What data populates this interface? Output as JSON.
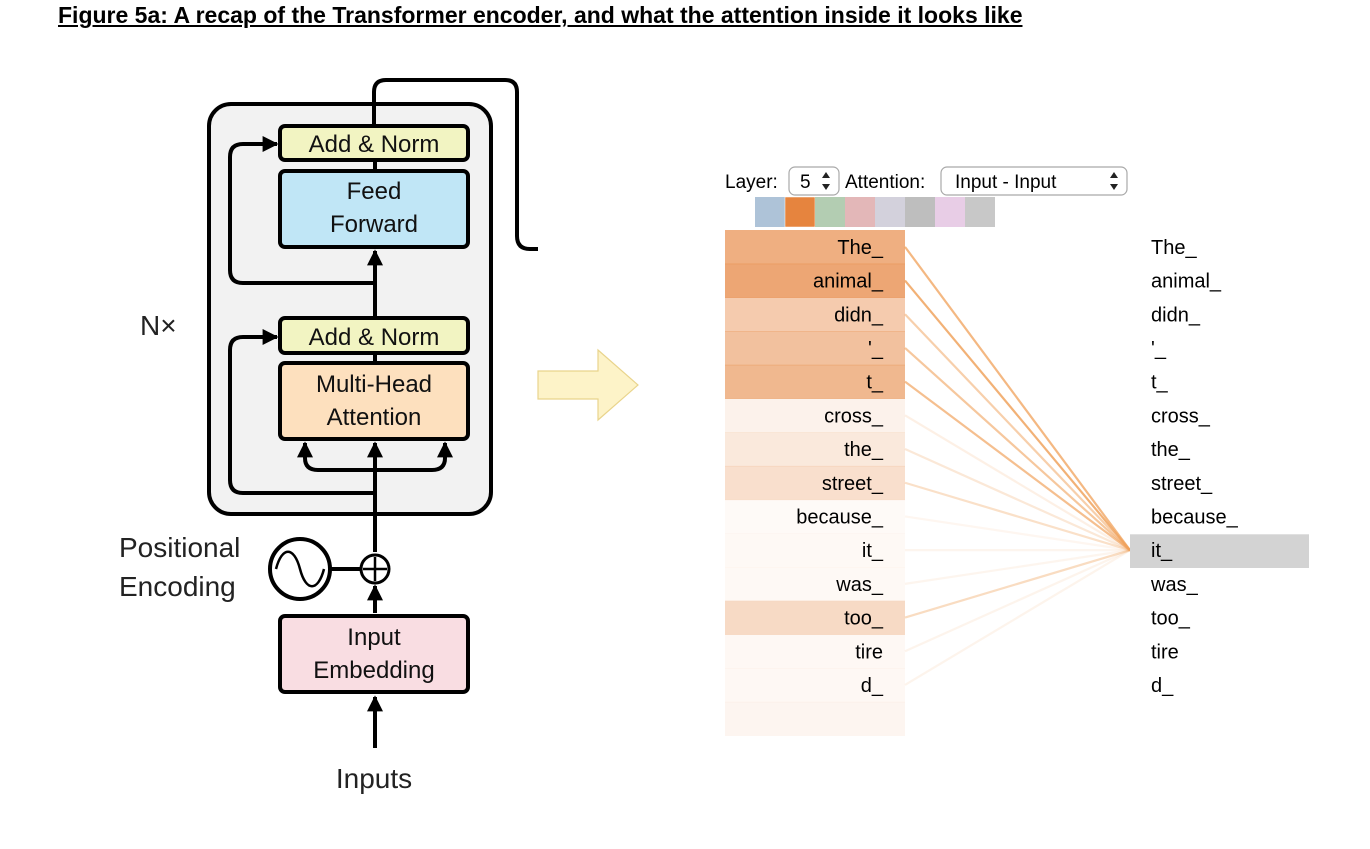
{
  "title": "Figure 5a: A recap of the Transformer encoder, and what the attention inside it looks like",
  "encoder": {
    "add_norm_top": "Add & Norm",
    "feed_forward_l1": "Feed",
    "feed_forward_l2": "Forward",
    "nx_label": "N×",
    "add_norm_bottom": "Add & Norm",
    "mha_l1": "Multi-Head",
    "mha_l2": "Attention",
    "pos_l1": "Positional",
    "pos_l2": "Encoding",
    "emb_l1": "Input",
    "emb_l2": "Embedding",
    "inputs": "Inputs",
    "colors": {
      "add_norm": "#f2f4c2",
      "feed_forward": "#c0e6f6",
      "attention": "#fde0be",
      "embedding": "#f9dde2",
      "block_bg": "#f2f2f2"
    }
  },
  "arrow_color": "#fdf3c8",
  "attention_viz": {
    "layer_label": "Layer:",
    "layer_value": "5",
    "attention_label": "Attention:",
    "attention_value": "Input - Input",
    "head_colors": [
      "#aec3d8",
      "#e6843e",
      "#b3cdb2",
      "#e3b7b8",
      "#d3d1dc",
      "#bebebe",
      "#e8cde6",
      "#c8c8c8"
    ],
    "selected_head": 1,
    "edge_color": "#f0a25c",
    "highlight_color": "#d3d3d3",
    "selected_token": 9,
    "tokens": [
      "The_",
      "animal_",
      "didn_",
      "'_",
      "t_",
      "cross_",
      "the_",
      "street_",
      "because_",
      "it_",
      "was_",
      "too_",
      "tire",
      "d_",
      ""
    ],
    "weights": [
      0.65,
      0.72,
      0.42,
      0.5,
      0.58,
      0.1,
      0.18,
      0.26,
      0.04,
      0.05,
      0.05,
      0.3,
      0.06,
      0.06,
      0.08
    ]
  }
}
